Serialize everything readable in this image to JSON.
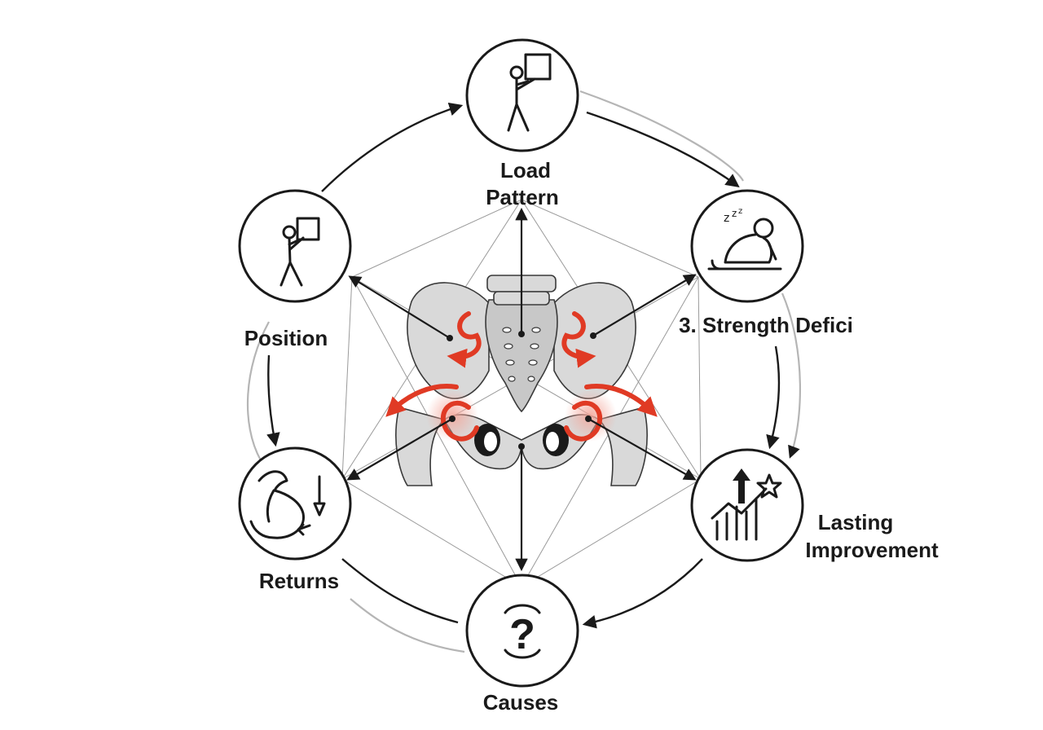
{
  "diagram": {
    "nodes": [
      {
        "id": "load-pattern",
        "lines": [
          "Load",
          "Pattern"
        ],
        "icon": "person-lifting-box-icon"
      },
      {
        "id": "strength-deficit",
        "lines": [
          "3. Strength Defici"
        ],
        "icon": "sleeping-person-icon"
      },
      {
        "id": "lasting-improvement",
        "lines": [
          "Lasting",
          "Improvement"
        ],
        "icon": "rising-chart-star-icon"
      },
      {
        "id": "causes",
        "lines": [
          "Causes"
        ],
        "icon": "question-mark-icon"
      },
      {
        "id": "returns",
        "lines": [
          "Returns"
        ],
        "icon": "flexed-arm-down-arrow-icon"
      },
      {
        "id": "position",
        "lines": [
          "Position"
        ],
        "icon": "person-carrying-box-icon"
      }
    ],
    "center_image": "pelvis-skeleton-icon",
    "colors": {
      "ink": "#1a1a1a",
      "arrow_red": "#e03a24",
      "bone": "#d9d9d9",
      "outer_ring": "#b5b5b5"
    }
  }
}
